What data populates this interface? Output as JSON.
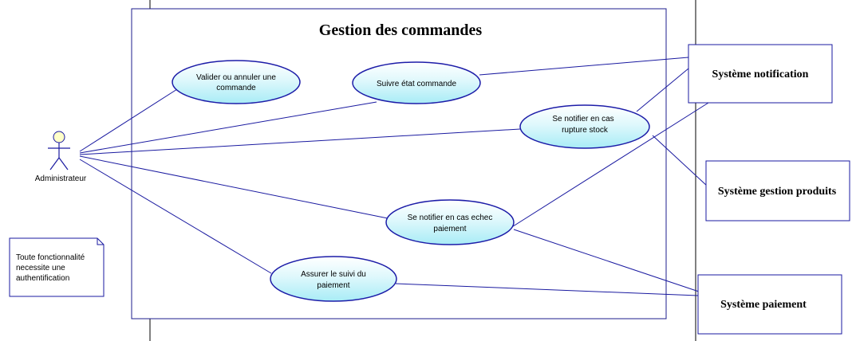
{
  "system_boundary": {
    "title": "Gestion des commandes"
  },
  "actor": {
    "name": "Administrateur"
  },
  "use_cases": {
    "valider": {
      "line1": "Valider ou annuler une",
      "line2": "commande"
    },
    "suivre_etat": {
      "line1": "Suivre état commande",
      "line2": ""
    },
    "notifier_rupture": {
      "line1": "Se notifier en cas",
      "line2": "rupture stock"
    },
    "notifier_echec": {
      "line1": "Se notifier en cas echec",
      "line2": "paiement"
    },
    "suivi_paiement": {
      "line1": "Assurer le suivi du",
      "line2": "paiement"
    }
  },
  "external_systems": {
    "notification": "Système notification",
    "gestion_produits": "Système gestion produits",
    "paiement": "Système paiement"
  },
  "note": {
    "line1": "Toute fonctionnalité",
    "line2": "necessite une",
    "line3": "authentification"
  },
  "colors": {
    "line": "#1a1aa0",
    "usecase_fill_top": "#ffffff",
    "usecase_fill_bottom": "#b8f0f8",
    "usecase_stroke": "#1c1ca8",
    "actor_fill": "#ffffc8"
  }
}
